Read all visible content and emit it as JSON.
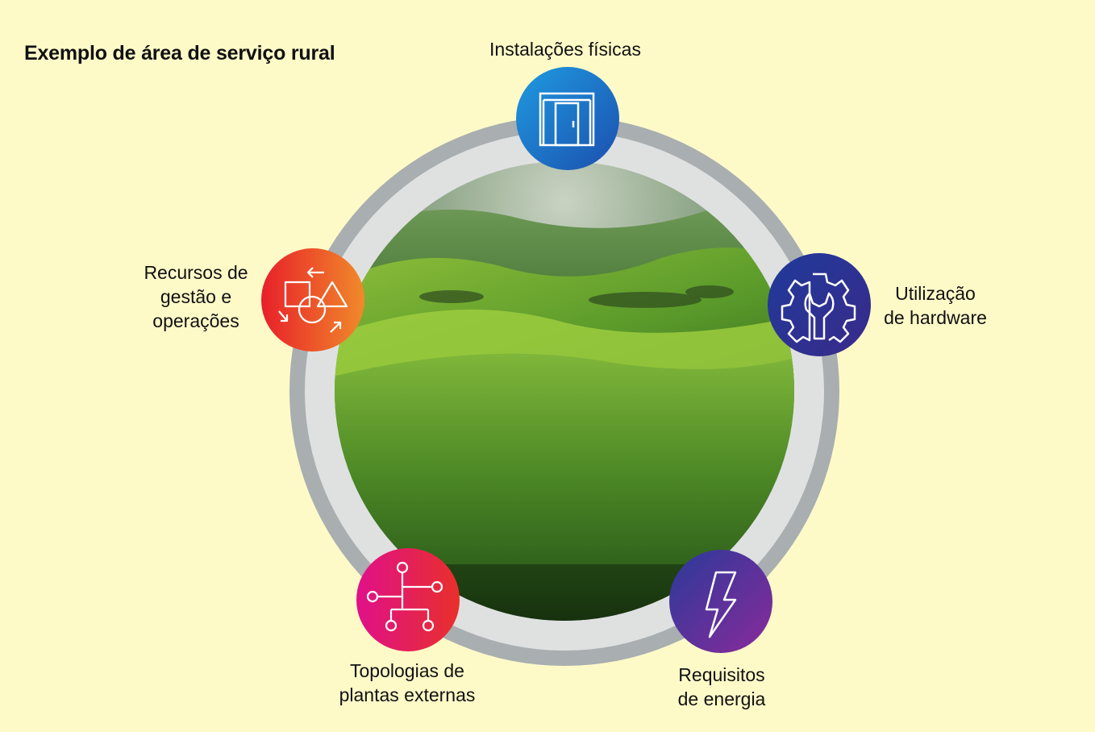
{
  "title": "Exemplo de área de serviço rural",
  "nodes": {
    "install": {
      "label_lines": [
        "Instalações físicas"
      ],
      "icon": "door-icon",
      "color": "#1e6fc7"
    },
    "hardware": {
      "label_lines": [
        "Utilização",
        "de hardware"
      ],
      "icon": "gear-wrench-icon",
      "color": "#2e2f8f"
    },
    "energy": {
      "label_lines": [
        "Requisitos",
        "de energia"
      ],
      "icon": "lightning-bolt-icon",
      "color": "#5a2a9a"
    },
    "topology": {
      "label_lines": [
        "Topologias de",
        "plantas externas"
      ],
      "icon": "network-tree-icon",
      "color": "#e0206a"
    },
    "operations": {
      "label_lines": [
        "Recursos de",
        "gestão e",
        "operações"
      ],
      "icon": "shapes-cycle-icon",
      "color": "#ef4a2a"
    }
  },
  "center_image": "green-rolling-hills-landscape"
}
